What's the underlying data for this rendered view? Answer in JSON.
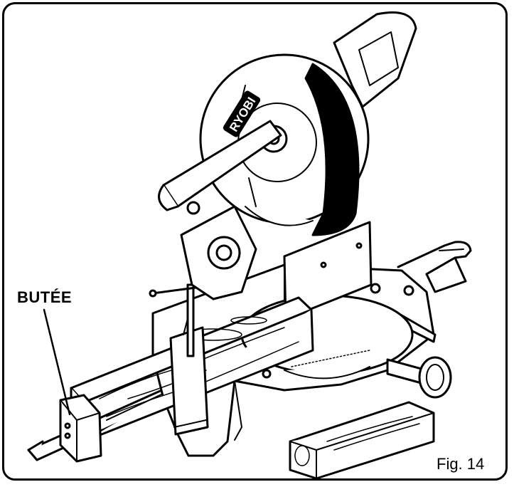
{
  "labels": {
    "stop": "BUTÉE",
    "figure": "Fig. 14"
  },
  "brand": {
    "logo_text": "RYOBI"
  },
  "colors": {
    "ink": "#000000",
    "paper": "#ffffff"
  }
}
